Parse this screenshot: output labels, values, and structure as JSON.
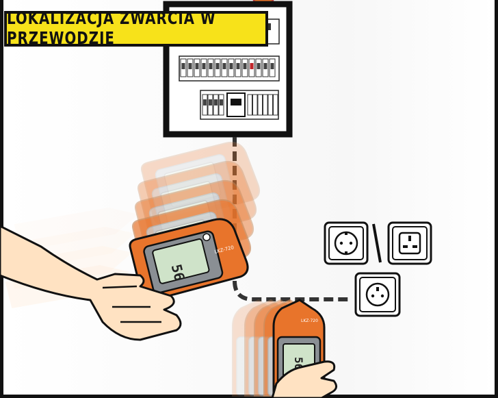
{
  "title": "LOKALIZACJA ZWARCIA W PRZEWODZIE",
  "device": {
    "brand_label": "LKZ-720",
    "reading_receiver": "56",
    "reading_transmitter": "56"
  },
  "colors": {
    "banner": "#f7e21a",
    "outline": "#111111",
    "meter_orange": "#e8742b",
    "meter_body": "#8a8f94",
    "display": "#cfe3c9",
    "skin": "#ffe2c2",
    "breaker_red": "#c0262b"
  },
  "icons": [
    "socket-schuko-icon",
    "socket-uk-icon",
    "socket-french-icon"
  ]
}
